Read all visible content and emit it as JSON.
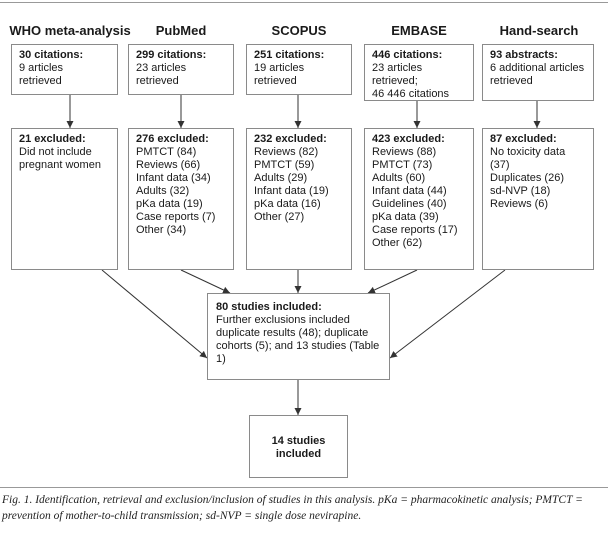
{
  "headers": {
    "who": "WHO meta-analysis",
    "pubmed": "PubMed",
    "scopus": "SCOPUS",
    "embase": "EMBASE",
    "hand": "Hand-search"
  },
  "citations": {
    "who": {
      "title": "30 citations:",
      "lines": [
        "9 articles",
        "retrieved"
      ]
    },
    "pubmed": {
      "title": "299 citations:",
      "lines": [
        "23 articles retrieved"
      ]
    },
    "scopus": {
      "title": "251 citations:",
      "lines": [
        "19 articles",
        "retrieved"
      ]
    },
    "embase": {
      "title": "446 citations:",
      "lines": [
        "23 articles retrieved;",
        "46 446 citations"
      ]
    },
    "hand": {
      "title": "93 abstracts:",
      "lines": [
        "6 additional articles",
        "retrieved"
      ]
    }
  },
  "excluded": {
    "who": {
      "title": "21 excluded:",
      "lines": [
        "Did not include",
        "pregnant women"
      ]
    },
    "pubmed": {
      "title": "276 excluded:",
      "lines": [
        "PMTCT (84)",
        "Reviews (66)",
        "Infant data (34)",
        "Adults (32)",
        "pKa data (19)",
        "Case reports (7)",
        "Other (34)"
      ]
    },
    "scopus": {
      "title": "232 excluded:",
      "lines": [
        "Reviews (82)",
        "PMTCT (59)",
        "Adults (29)",
        "Infant data (19)",
        "pKa data (16)",
        "Other (27)"
      ]
    },
    "embase": {
      "title": "423 excluded:",
      "lines": [
        "Reviews (88)",
        "PMTCT (73)",
        "Adults (60)",
        "Infant data (44)",
        "Guidelines (40)",
        "pKa data (39)",
        "Case reports (17)",
        "Other (62)"
      ]
    },
    "hand": {
      "title": "87 excluded:",
      "lines": [
        "No toxicity data (37)",
        "Duplicates (26)",
        "sd-NVP (18)",
        "Reviews (6)"
      ]
    }
  },
  "included": {
    "title": "80 studies included:",
    "lines": [
      "Further exclusions included",
      "duplicate results (48); duplicate",
      "cohorts (5); and 13 studies (Table 1)"
    ]
  },
  "final": {
    "lines": [
      "14 studies",
      "included"
    ]
  },
  "caption": "Fig. 1. Identification, retrieval and exclusion/inclusion of studies in this analysis. pKa = pharmacokinetic analysis; PMTCT = prevention of mother-to-child transmission; sd-NVP = single dose nevirapine.",
  "colors": {
    "border": "#8a8a8a",
    "arrow": "#333333"
  }
}
